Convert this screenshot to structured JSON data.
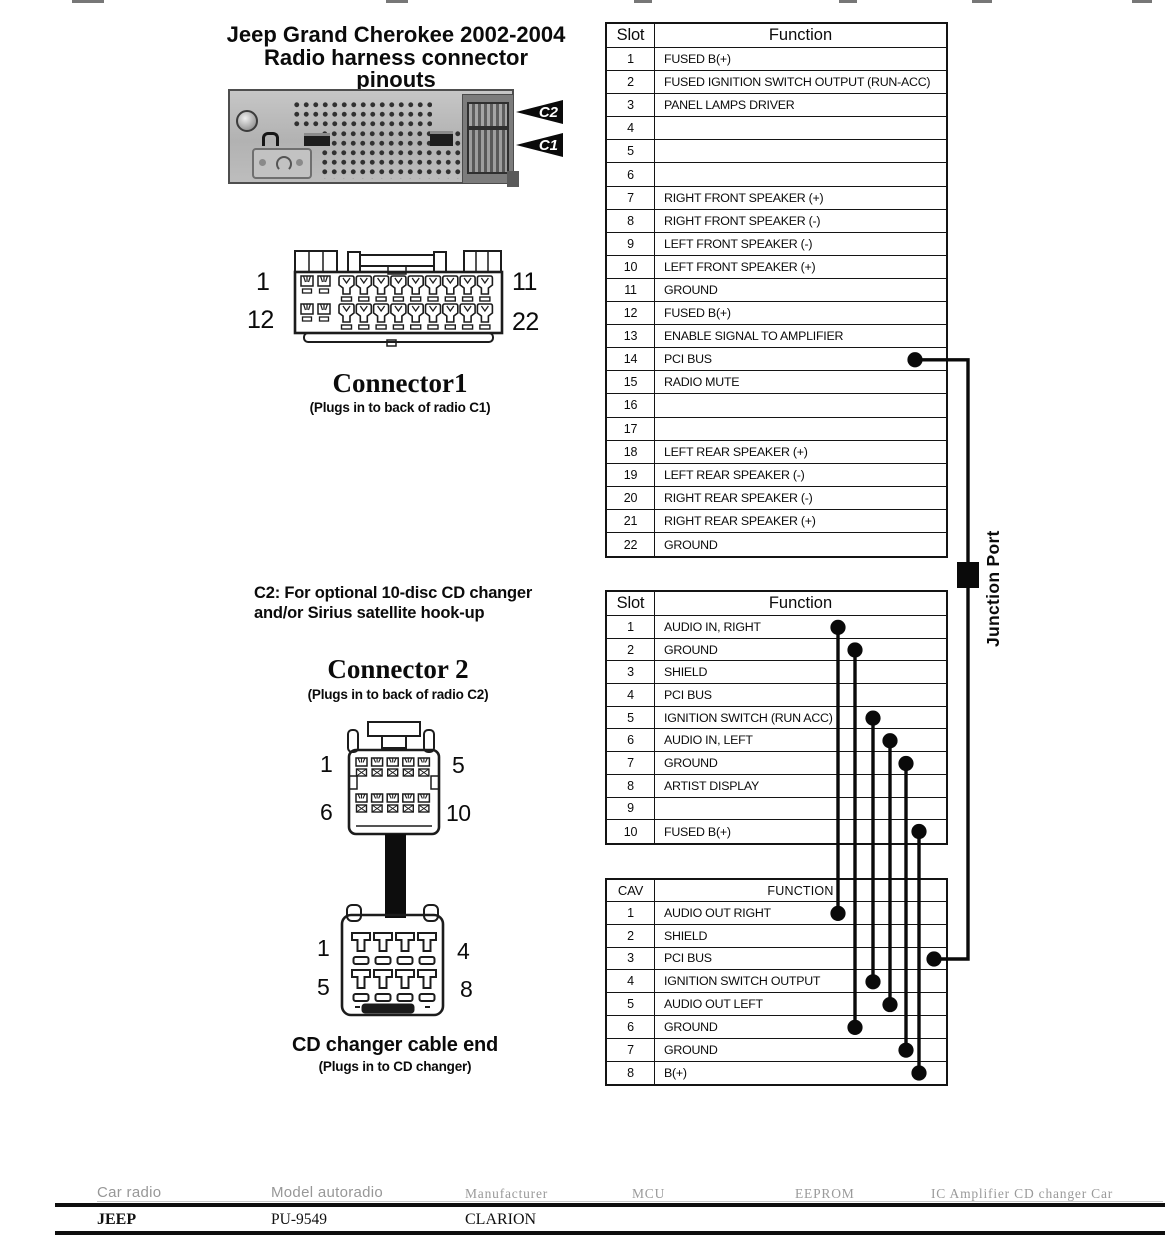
{
  "header": {
    "title_line1": "Jeep Grand Cherokee 2002-2004",
    "title_line2": "Radio harness connector pinouts"
  },
  "radio_photo": {
    "arrow_c2": "C2",
    "arrow_c1": "C1"
  },
  "connector1": {
    "title": "Connector1",
    "caption": "(Plugs in to back of radio C1)",
    "pin_rows": 2,
    "pins_per_row": 11,
    "labels": {
      "top_left": "1",
      "top_right": "11",
      "bottom_left": "12",
      "bottom_right": "22"
    }
  },
  "c2_note": {
    "line1": "C2: For optional 10-disc CD changer",
    "line2": "and/or Sirius satellite hook-up"
  },
  "connector2": {
    "title": "Connector 2",
    "caption": "(Plugs in to back of radio C2)",
    "pin_rows": 2,
    "pins_per_row": 5,
    "labels": {
      "top_left": "1",
      "top_right": "5",
      "bottom_left": "6",
      "bottom_right": "10"
    }
  },
  "cd_changer_end": {
    "title": "CD changer cable end",
    "caption": "(Plugs in to CD changer)",
    "pin_rows": 2,
    "pins_per_row": 4,
    "labels": {
      "top_left": "1",
      "top_right": "4",
      "bottom_left": "5",
      "bottom_right": "8"
    }
  },
  "pinout_tables": [
    {
      "id": "connector1-pinout",
      "headers": {
        "col1": "Slot",
        "col2": "Function"
      },
      "rows": [
        {
          "slot": "1",
          "function": "FUSED B(+)"
        },
        {
          "slot": "2",
          "function": "FUSED IGNITION SWITCH OUTPUT (RUN-ACC)"
        },
        {
          "slot": "3",
          "function": "PANEL LAMPS DRIVER"
        },
        {
          "slot": "4",
          "function": ""
        },
        {
          "slot": "5",
          "function": ""
        },
        {
          "slot": "6",
          "function": ""
        },
        {
          "slot": "7",
          "function": "RIGHT FRONT SPEAKER (+)"
        },
        {
          "slot": "8",
          "function": "RIGHT FRONT SPEAKER (-)"
        },
        {
          "slot": "9",
          "function": "LEFT FRONT SPEAKER (-)"
        },
        {
          "slot": "10",
          "function": "LEFT FRONT SPEAKER (+)"
        },
        {
          "slot": "11",
          "function": "GROUND"
        },
        {
          "slot": "12",
          "function": "FUSED B(+)"
        },
        {
          "slot": "13",
          "function": "ENABLE SIGNAL TO AMPLIFIER"
        },
        {
          "slot": "14",
          "function": "PCI BUS"
        },
        {
          "slot": "15",
          "function": "RADIO MUTE"
        },
        {
          "slot": "16",
          "function": ""
        },
        {
          "slot": "17",
          "function": ""
        },
        {
          "slot": "18",
          "function": "LEFT REAR SPEAKER (+)"
        },
        {
          "slot": "19",
          "function": "LEFT REAR SPEAKER (-)"
        },
        {
          "slot": "20",
          "function": "RIGHT REAR SPEAKER (-)"
        },
        {
          "slot": "21",
          "function": "RIGHT REAR SPEAKER (+)"
        },
        {
          "slot": "22",
          "function": "GROUND"
        }
      ]
    },
    {
      "id": "connector2-pinout",
      "headers": {
        "col1": "Slot",
        "col2": "Function"
      },
      "rows": [
        {
          "slot": "1",
          "function": "AUDIO IN, RIGHT"
        },
        {
          "slot": "2",
          "function": "GROUND"
        },
        {
          "slot": "3",
          "function": "SHIELD"
        },
        {
          "slot": "4",
          "function": "PCI BUS"
        },
        {
          "slot": "5",
          "function": "IGNITION SWITCH (RUN ACC)"
        },
        {
          "slot": "6",
          "function": "AUDIO IN, LEFT"
        },
        {
          "slot": "7",
          "function": "GROUND"
        },
        {
          "slot": "8",
          "function": "ARTIST DISPLAY"
        },
        {
          "slot": "9",
          "function": ""
        },
        {
          "slot": "10",
          "function": "FUSED B(+)"
        }
      ]
    },
    {
      "id": "cd-changer-pinout",
      "headers": {
        "col1": "CAV",
        "col2": "FUNCTION"
      },
      "rows": [
        {
          "slot": "1",
          "function": "AUDIO OUT RIGHT"
        },
        {
          "slot": "2",
          "function": "SHIELD"
        },
        {
          "slot": "3",
          "function": "PCI BUS"
        },
        {
          "slot": "4",
          "function": "IGNITION SWITCH OUTPUT"
        },
        {
          "slot": "5",
          "function": "AUDIO OUT LEFT"
        },
        {
          "slot": "6",
          "function": "GROUND"
        },
        {
          "slot": "7",
          "function": "GROUND"
        },
        {
          "slot": "8",
          "function": "B(+)"
        }
      ]
    }
  ],
  "junction_port": {
    "label": "Junction Port"
  },
  "wiring": {
    "junction_connection": {
      "from_table": 0,
      "from_row": 14,
      "from_function": "PCI BUS",
      "to_table": 2,
      "to_row": 3,
      "to_function": "PCI BUS"
    },
    "connections": [
      {
        "from_slot": 1,
        "from_function": "AUDIO IN, RIGHT",
        "to_cav": 1,
        "to_function": "AUDIO OUT RIGHT"
      },
      {
        "from_slot": 2,
        "from_function": "GROUND",
        "to_cav": 6,
        "to_function": "GROUND"
      },
      {
        "from_slot": 5,
        "from_function": "IGNITION SWITCH (RUN ACC)",
        "to_cav": 4,
        "to_function": "IGNITION SWITCH OUTPUT"
      },
      {
        "from_slot": 6,
        "from_function": "AUDIO IN, LEFT",
        "to_cav": 5,
        "to_function": "AUDIO OUT LEFT"
      },
      {
        "from_slot": 7,
        "from_function": "GROUND",
        "to_cav": 7,
        "to_function": "GROUND"
      },
      {
        "from_slot": 10,
        "from_function": "FUSED B(+)",
        "to_cav": 8,
        "to_function": "B(+)"
      }
    ]
  },
  "bottom_table": {
    "headers": [
      "Car radio",
      "Model autoradio",
      "Manufacturer",
      "MCU",
      "EEPROM",
      "IC Amplifier CD changer Car"
    ],
    "row": {
      "car_radio": "JEEP",
      "model": "PU-9549",
      "manufacturer": "CLARION"
    }
  },
  "colors": {
    "ink": "#0b0b0b",
    "photo_gray": "#b8b8b8",
    "header_gray": "#979797"
  }
}
